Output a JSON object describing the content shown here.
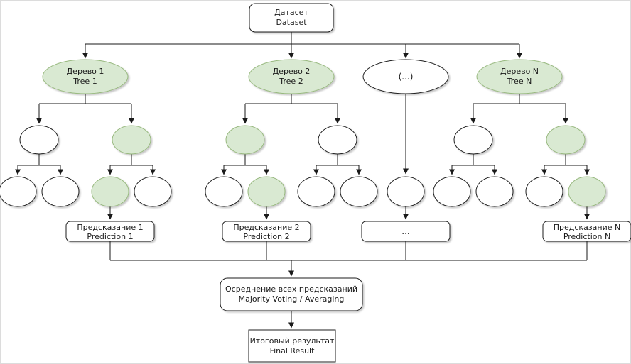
{
  "colors": {
    "green_fill": "#d9e9d2",
    "green_stroke": "#97b87e",
    "node_stroke": "#1f1f1f",
    "edge": "#1a1a1a"
  },
  "dataset": {
    "ru": "Датасет",
    "en": "Dataset"
  },
  "trees": {
    "t1": {
      "ru": "Дерево 1",
      "en": "Tree 1"
    },
    "t2": {
      "ru": "Дерево 2",
      "en": "Tree 2"
    },
    "tmid": {
      "label": "(...)"
    },
    "tn": {
      "ru": "Дерево N",
      "en": "Tree N"
    }
  },
  "predictions": {
    "p1": {
      "ru": "Предсказание 1",
      "en": "Prediction 1"
    },
    "p2": {
      "ru": "Предсказание 2",
      "en": "Prediction 2"
    },
    "pmid": {
      "label": "..."
    },
    "pn": {
      "ru": "Предсказание N",
      "en": "Prediction N"
    }
  },
  "averaging": {
    "ru": "Осреднение всех предсказаний",
    "en": "Majority Voting / Averaging"
  },
  "final": {
    "ru": "Итоговый результат",
    "en": "Final Result"
  }
}
